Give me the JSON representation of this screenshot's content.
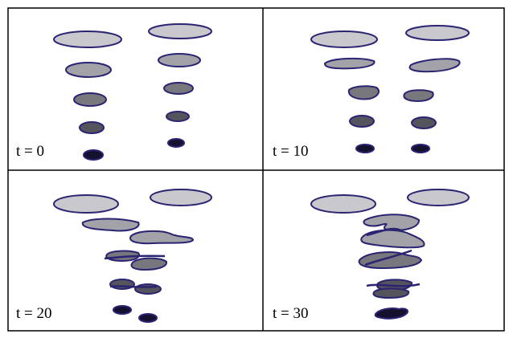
{
  "panels": [
    {
      "id": "t0",
      "label": "t = 0"
    },
    {
      "id": "t10",
      "label": "t = 10"
    },
    {
      "id": "t20",
      "label": "t = 20"
    },
    {
      "id": "t30",
      "label": "t = 30"
    }
  ],
  "colors": {
    "outline": "#2a2473",
    "level_1": "#c8c8cd",
    "level_2": "#a2a2a8",
    "level_3": "#77777d",
    "level_4": "#55535c",
    "level_5": "#15102e",
    "frame": "#000000"
  }
}
